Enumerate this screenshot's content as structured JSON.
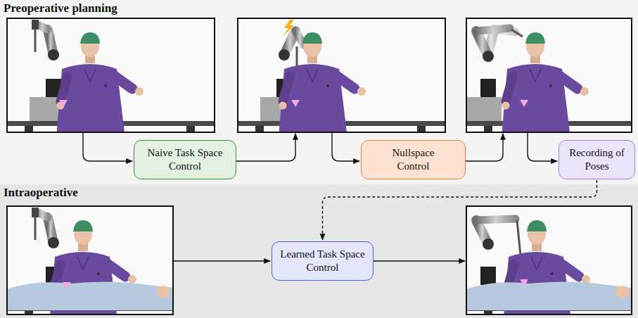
{
  "diagram": {
    "nodes": [
      {
        "text": [
          "Preoperative planning"
        ]
      },
      {
        "text": [
          "Naive Task Space Control"
        ],
        "in": 0
      },
      {
        "text": [
          "Nullspace Control"
        ],
        "in": 0
      },
      {
        "text": [
          "Recording of Poses"
        ],
        "in": 0
      },
      {
        "text": [
          "Intraoperative"
        ]
      },
      {
        "text": [
          "Learned Task Space Control"
        ],
        "in": 4
      }
    ],
    "edges": [
      {
        "from": 3,
        "to": 5,
        "arrow": "to"
      }
    ]
  }
}
